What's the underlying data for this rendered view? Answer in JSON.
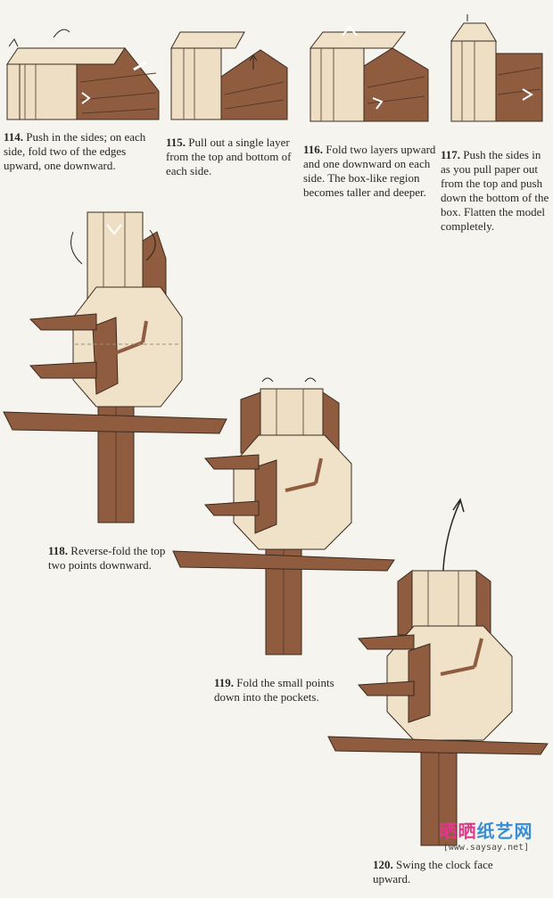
{
  "steps": [
    {
      "num": "114.",
      "text": "Push in the sides; on each side, fold two of the edges upward, one downward."
    },
    {
      "num": "115.",
      "text": "Pull out a single layer from the top and bottom of each side."
    },
    {
      "num": "116.",
      "text": "Fold two layers upward and one downward on each side. The box-like region becomes taller and deeper."
    },
    {
      "num": "117.",
      "text": "Push the sides in as you pull paper out from the top and push down the bottom of the box. Flatten the model completely."
    },
    {
      "num": "118.",
      "text": "Reverse-fold the top two points downward."
    },
    {
      "num": "119.",
      "text": "Fold the small points down into the pockets."
    },
    {
      "num": "120.",
      "text": "Swing the clock face upward."
    }
  ],
  "watermark": {
    "part1": "晒晒",
    "part2": "纸艺网",
    "url": "[www.saysay.net]"
  },
  "colors": {
    "paper_light": "#eedfc4",
    "paper_brown": "#8f5c3f",
    "line": "#3a2a20"
  }
}
